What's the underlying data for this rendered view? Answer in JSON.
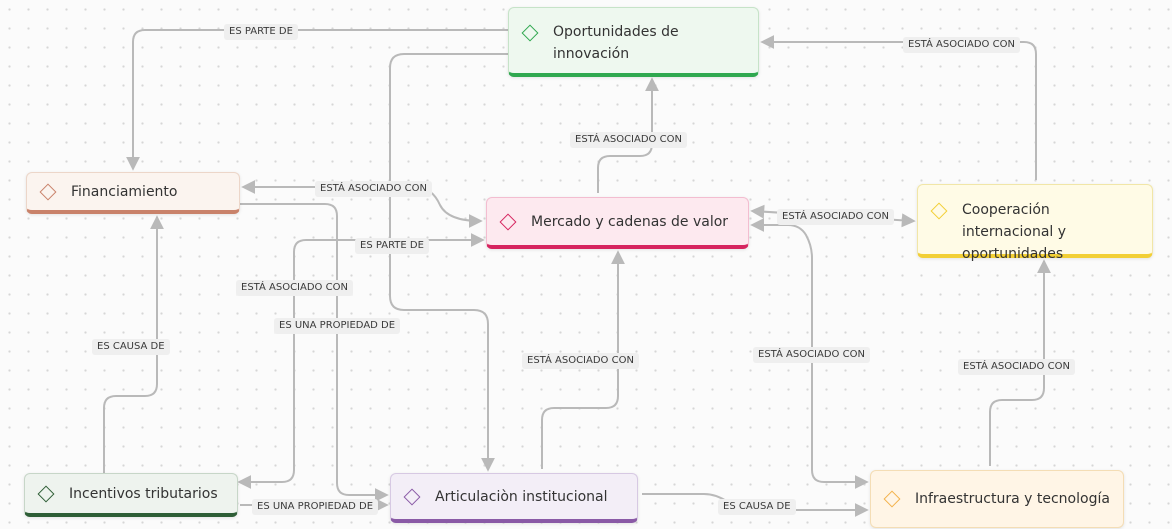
{
  "nodes": {
    "oportunidades": "Oportunidades de innovación",
    "financiamiento": "Financiamiento",
    "mercado": "Mercado y cadenas de valor",
    "cooperacion": "Cooperación internacional y oportunidades",
    "incentivos": "Incentivos tributarios",
    "articulacion": "Articulaciòn institucional",
    "infraestructura": "Infraestructura y tecnología"
  },
  "edge_labels": {
    "es_parte_de_1": "ES PARTE DE",
    "esta_asociado_oport_coop": "ESTÁ ASOCIADO CON",
    "esta_asociado_oport_merc": "ESTÁ ASOCIADO CON",
    "esta_asociado_fin_merc": "ESTÁ ASOCIADO CON",
    "esta_asociado_merc_coop": "ESTÁ ASOCIADO CON",
    "es_parte_de_2": "ES PARTE DE",
    "esta_asociado_incen_merc": "ESTÁ ASOCIADO CON",
    "es_una_propiedad_1": "ES UNA PROPIEDAD DE",
    "es_causa_1": "ES CAUSA DE",
    "esta_asociado_artic_merc": "ESTÁ ASOCIADO CON",
    "esta_asociado_merc_infra": "ESTÁ ASOCIADO CON",
    "esta_asociado_infra_coop": "ESTÁ ASOCIADO CON",
    "es_una_propiedad_2": "ES UNA PROPIEDAD DE",
    "es_causa_2": "ES CAUSA DE"
  },
  "colors": {
    "edge": "#b9b9b9",
    "oportunidades": "#2fa84f",
    "financiamiento": "#c9826a",
    "mercado": "#d6245f",
    "cooperacion": "#f2cf36",
    "incentivos": "#2e5e36",
    "articulacion": "#8a5aa6",
    "infraestructura": "#f2b24b"
  },
  "icons": {
    "node": "diamond-icon"
  }
}
